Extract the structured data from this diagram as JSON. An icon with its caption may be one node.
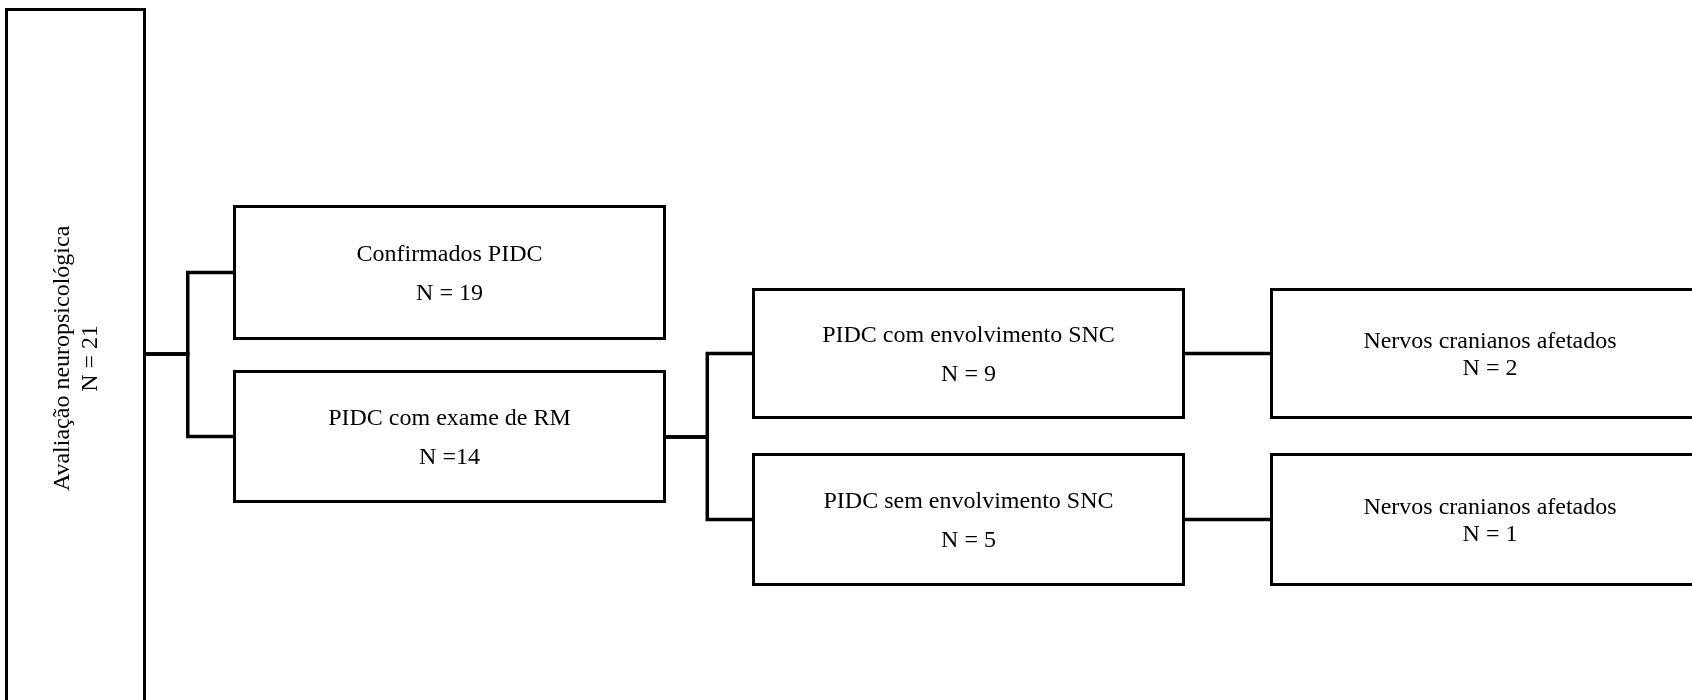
{
  "diagram": {
    "nodes": [
      {
        "text": [
          "Avaliação neuropsicológica",
          "N = 21"
        ]
      },
      {
        "text": [
          "Confirmados PIDC",
          "N = 19"
        ]
      },
      {
        "text": [
          "PIDC com exame de RM",
          "N =14"
        ]
      },
      {
        "text": [
          "PIDC com envolvimento SNC",
          "N = 9"
        ]
      },
      {
        "text": [
          "PIDC sem envolvimento SNC",
          "N = 5"
        ]
      },
      {
        "text": [
          "Nervos cranianos afetados",
          "N = 2"
        ]
      },
      {
        "text": [
          "Nervos cranianos afetados",
          "N = 1"
        ]
      }
    ],
    "edges": [
      {
        "from": 0,
        "to": 1,
        "arrow": "none"
      },
      {
        "from": 0,
        "to": 2,
        "arrow": "none"
      },
      {
        "from": 2,
        "to": 3,
        "arrow": "none"
      },
      {
        "from": 2,
        "to": 4,
        "arrow": "none"
      },
      {
        "from": 3,
        "to": 5,
        "arrow": "none"
      },
      {
        "from": 4,
        "to": 6,
        "arrow": "none"
      }
    ]
  }
}
